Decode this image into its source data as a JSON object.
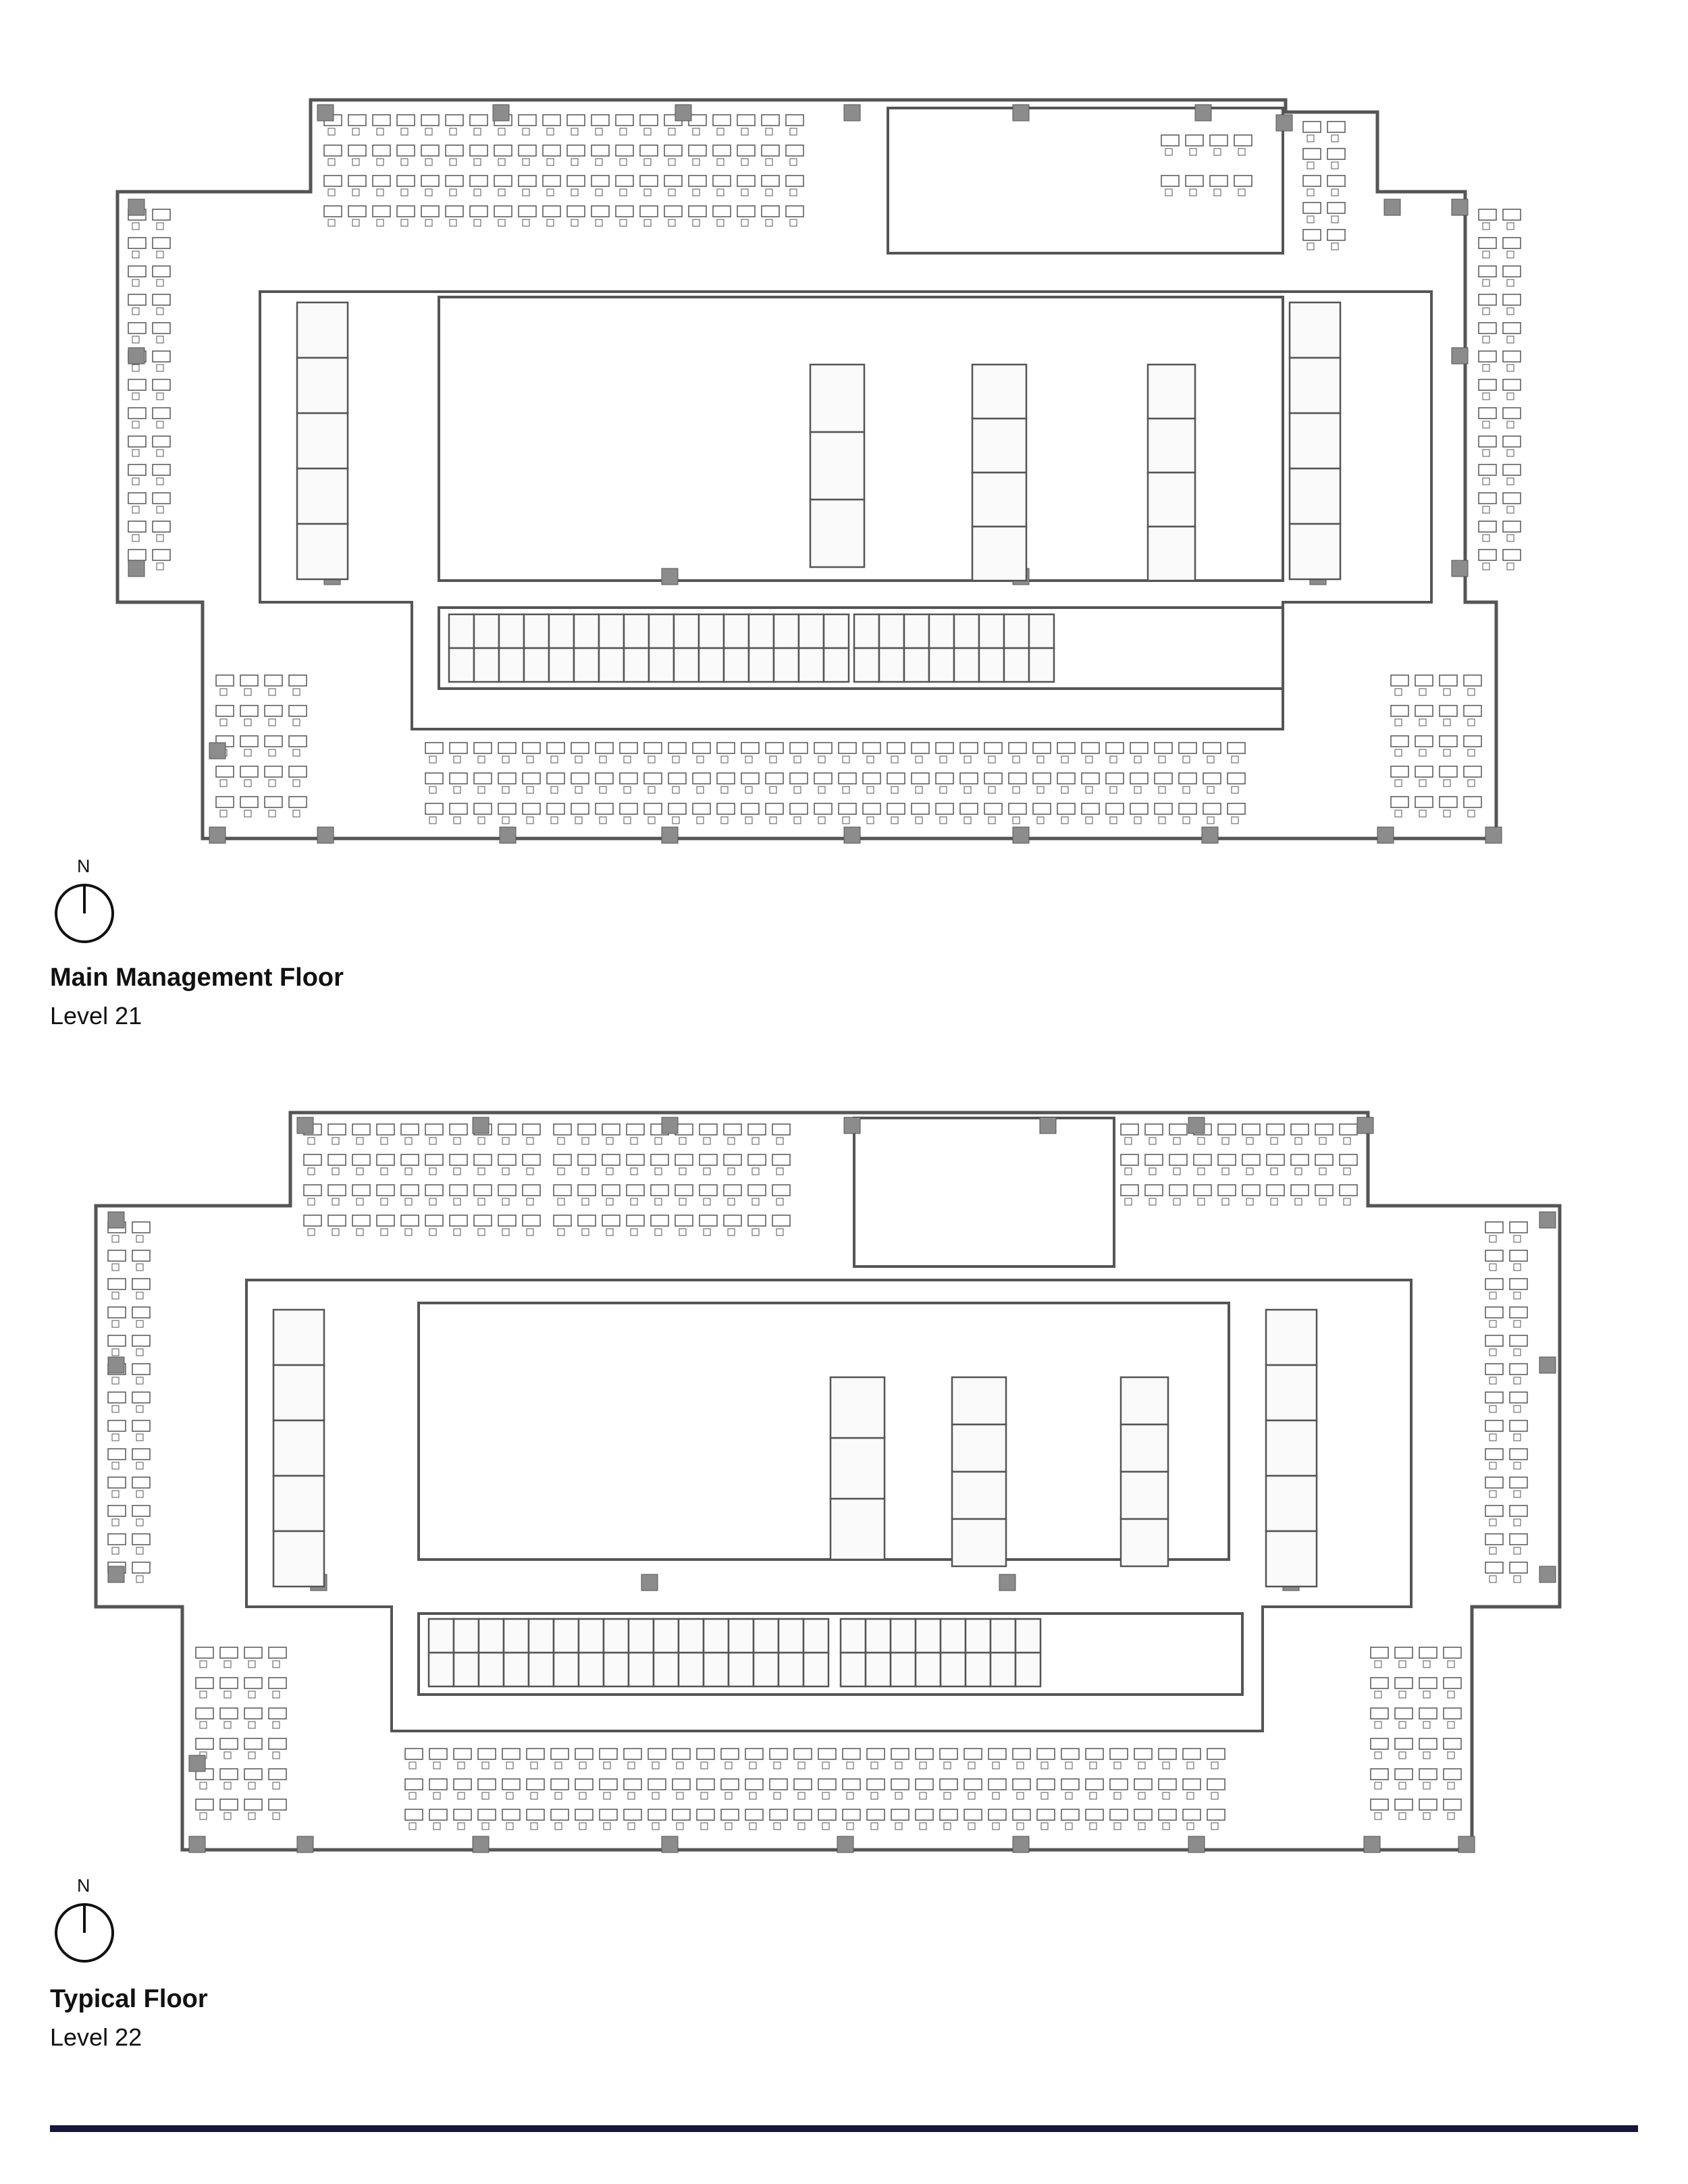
{
  "plans": [
    {
      "title": "Main Management Floor",
      "level": "Level 21",
      "north": "N"
    },
    {
      "title": "Typical Floor",
      "level": "Level 22",
      "north": "N"
    }
  ],
  "colors": {
    "line": "#555555",
    "fill": "#f4f4f4",
    "column": "#8c8c8c",
    "rule": "#16163a"
  }
}
